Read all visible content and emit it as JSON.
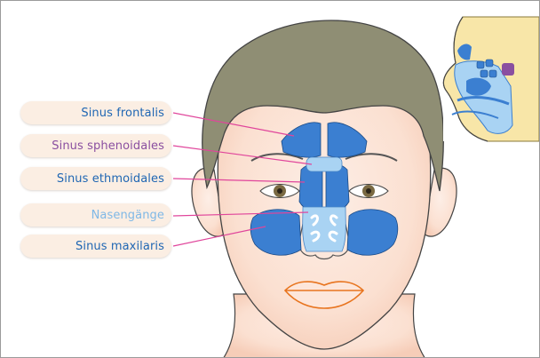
{
  "labels": {
    "frontalis": "Sinus frontalis",
    "sphenoidales": "Sinus sphenoidales",
    "ethmoidales": "Sinus ethmoidales",
    "nasengaenge": "Nasengänge",
    "maxilaris": "Sinus maxilaris"
  },
  "colors": {
    "label_background": "#fbeee3",
    "frontalis_text": "#1f66b3",
    "sphenoidales_text": "#8a4fa0",
    "ethmoidales_text": "#1f66b3",
    "nasengaenge_text": "#7fb8e6",
    "maxilaris_text": "#1f66b3",
    "leader_line": "#e0459b",
    "sinus_blue": "#3b7fd1",
    "sinus_light_blue": "#a9d3f3",
    "skin": "#fbe1d3",
    "hair": "#8f8e74",
    "lips": "#e8741e"
  }
}
